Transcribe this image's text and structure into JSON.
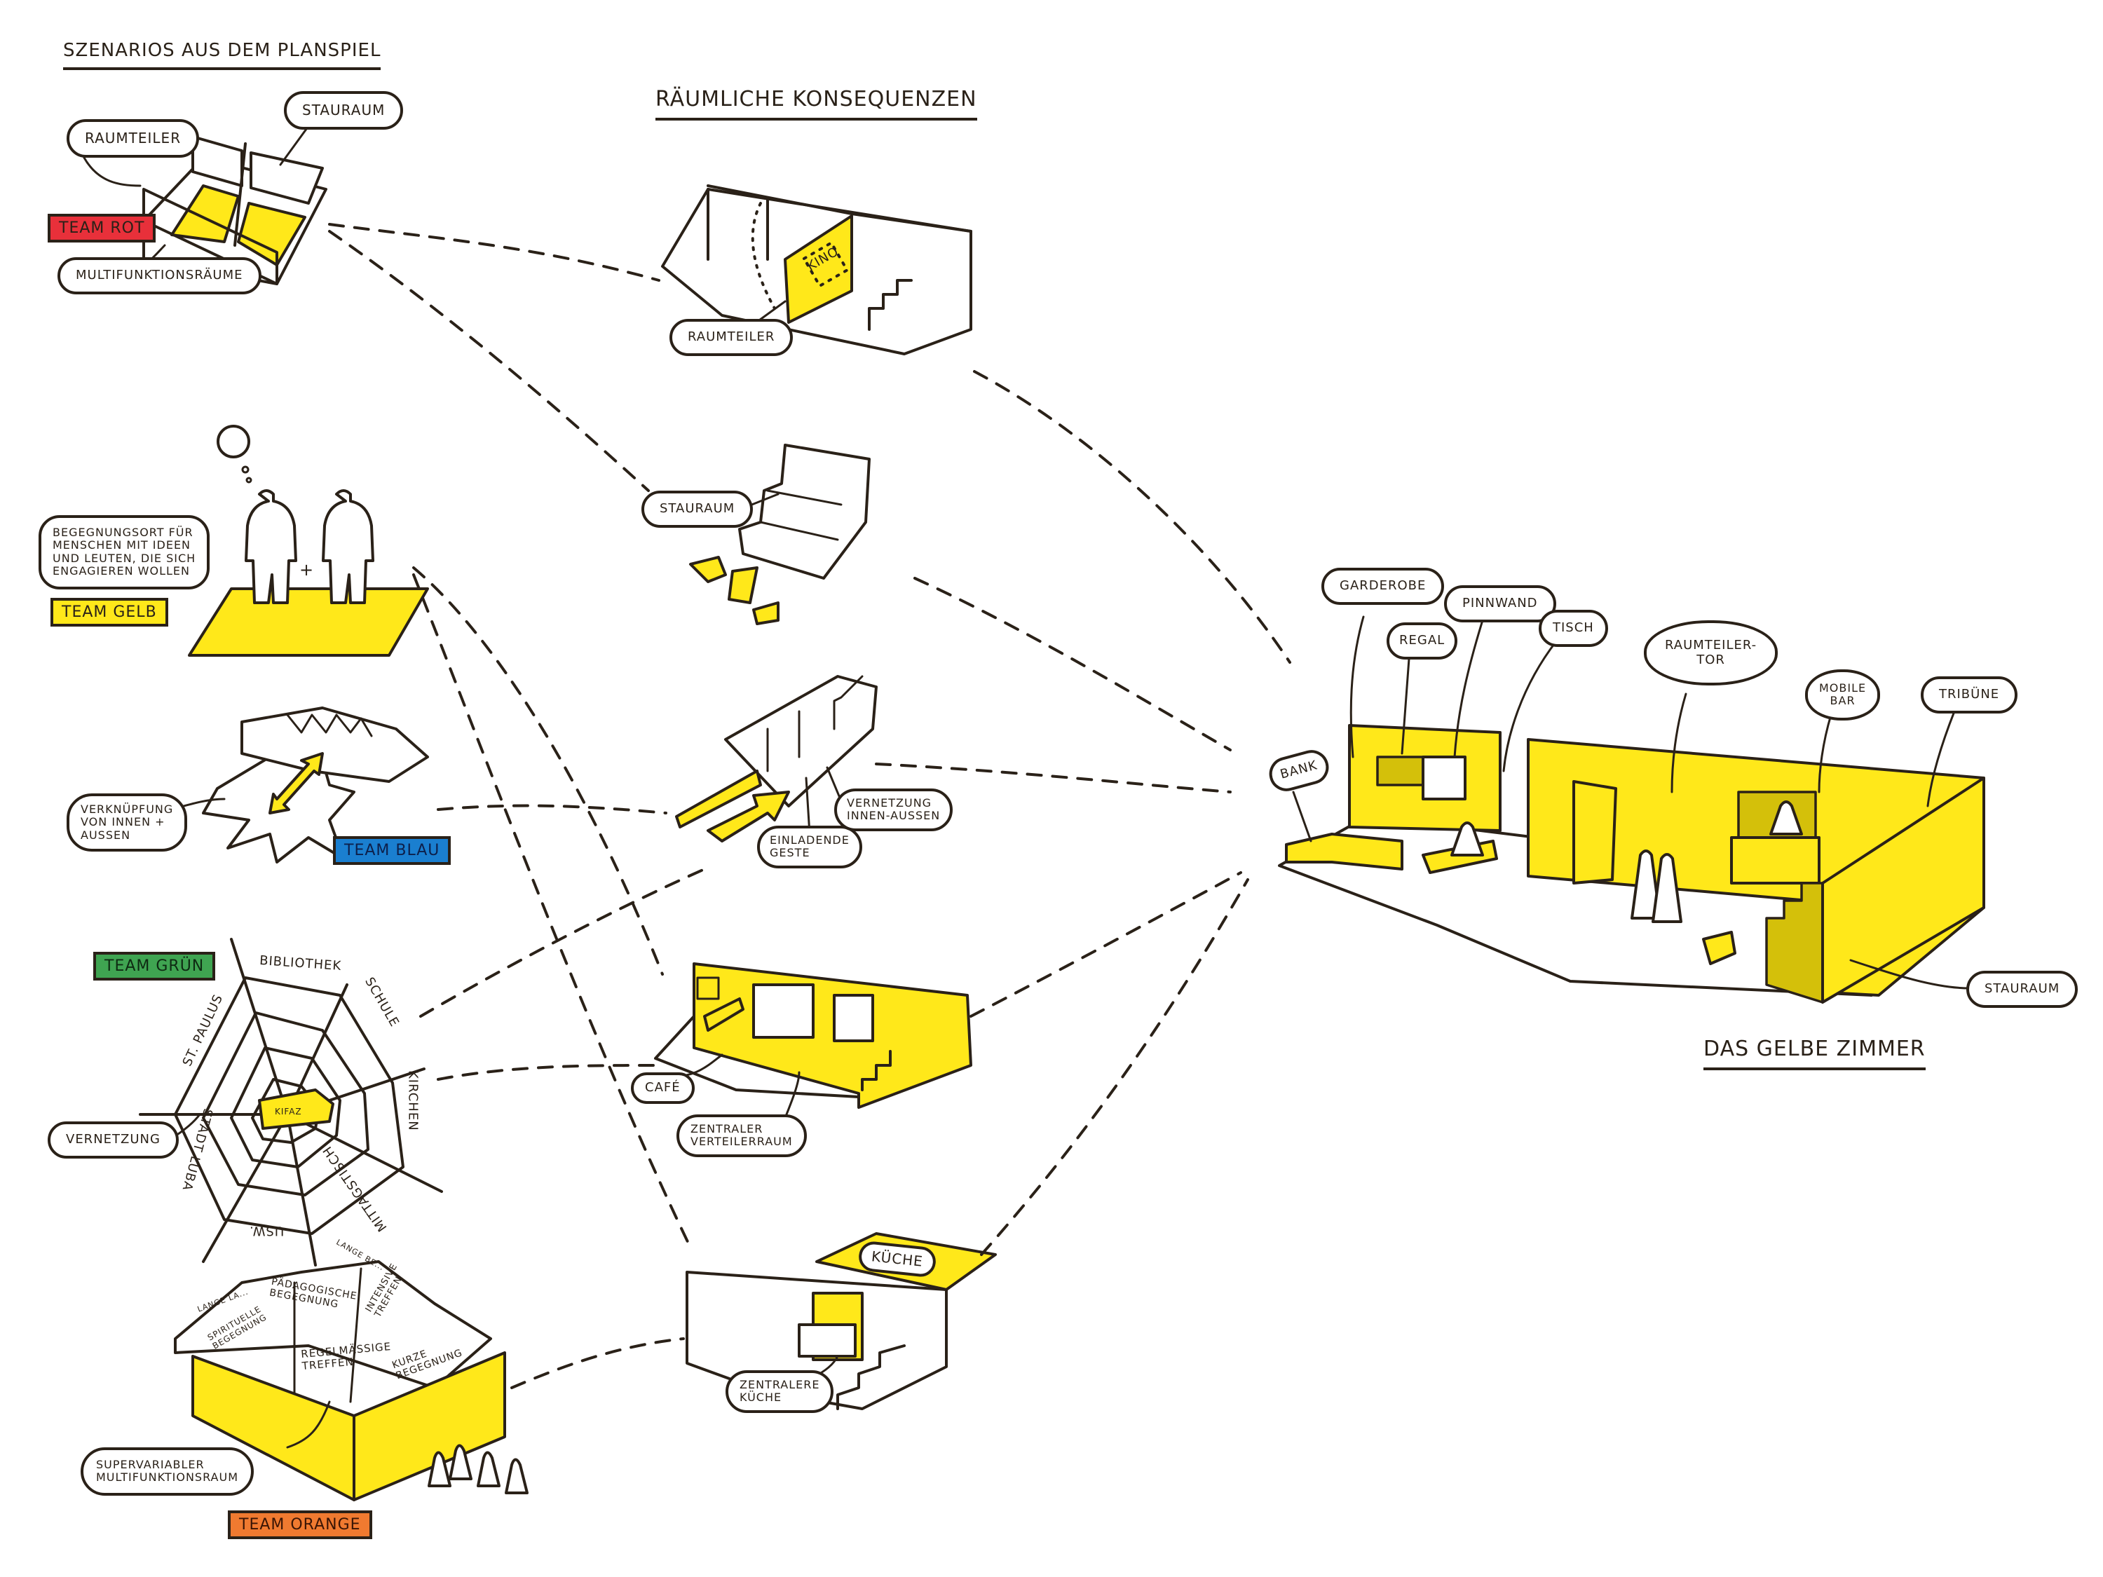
{
  "headings": {
    "scenarios": "Szenarios aus dem Planspiel",
    "consequences": "Räumliche Konsequenzen",
    "result": "Das gelbe Zimmer"
  },
  "colors": {
    "ink": "#2a2118",
    "yellow": "#ffe81a",
    "yellow_dark": "#d4c00a",
    "team_rot": "#e8303a",
    "team_gelb": "#ffe81a",
    "team_blau": "#1a7fd0",
    "team_gruen": "#3fa451",
    "team_orange": "#f07a30"
  },
  "scenarios": [
    {
      "team": "Team Rot",
      "labels": [
        "Raumteiler",
        "Stauraum",
        "Multifunktionsräume"
      ]
    },
    {
      "team": "Team Gelb",
      "labels": [
        "Begegnungsort für Menschen mit Ideen und Leuten, die sich engagieren wollen"
      ],
      "lines": [
        "Begegnungsort für",
        "Menschen mit Ideen",
        "und Leuten, die sich",
        "engagieren wollen"
      ],
      "plus": "+"
    },
    {
      "team": "Team Blau",
      "labels": [
        "Verknüpfung von Innen + Aussen"
      ],
      "lines": [
        "Verknüpfung",
        "von Innen +",
        "Aussen"
      ]
    },
    {
      "team": "Team Grün",
      "labels": [
        "Vernetzung"
      ],
      "web_nodes": [
        "Bibliothek",
        "Schule",
        "Kirchen",
        "Mittagstisch",
        "usw.",
        "Stadt Luba",
        "St. Paulus"
      ],
      "center": "KiFaZ"
    },
    {
      "team": "Team Orange",
      "labels": [
        "Supervariabler Multifunktionsraum"
      ],
      "lines": [
        "Supervariabler",
        "Multifunktionsraum"
      ],
      "signs": [
        "Pädagogische Begegnung",
        "Spirituelle Begegnung",
        "Regelmässige Treffen",
        "Intensive Treffen",
        "Kurze Begegnung",
        "Lange Be...",
        "Lange La..."
      ]
    }
  ],
  "consequences": [
    {
      "name": "kino-raumteiler",
      "labels": [
        "Raumteiler",
        "Kino"
      ]
    },
    {
      "name": "stauraum-treppe",
      "labels": [
        "Stauraum"
      ]
    },
    {
      "name": "einladende-geste",
      "labels": [
        "Einladende Geste",
        "Vernetzung Innen-Aussen"
      ],
      "lines_a": [
        "Einladende",
        "Geste"
      ],
      "lines_b": [
        "Vernetzung",
        "Innen-Aussen"
      ]
    },
    {
      "name": "cafe-verteilerraum",
      "labels": [
        "Café",
        "Zentraler Verteilerraum"
      ],
      "lines_b": [
        "Zentraler",
        "Verteilerraum"
      ]
    },
    {
      "name": "zentrale-kueche",
      "labels": [
        "Küche",
        "Zentralere Küche"
      ],
      "lines_b": [
        "Zentralere",
        "Küche"
      ]
    }
  ],
  "result": {
    "labels": {
      "garderobe": "Garderobe",
      "regal": "Regal",
      "pinnwand": "Pinnwand",
      "tisch": "Tisch",
      "bank": "Bank",
      "raumteiler_tor_1": "Raumteiler-",
      "raumteiler_tor_2": "Tor",
      "mobile_bar_1": "Mobile",
      "mobile_bar_2": "Bar",
      "tribuene": "Tribüne",
      "stauraum": "Stauraum"
    }
  }
}
